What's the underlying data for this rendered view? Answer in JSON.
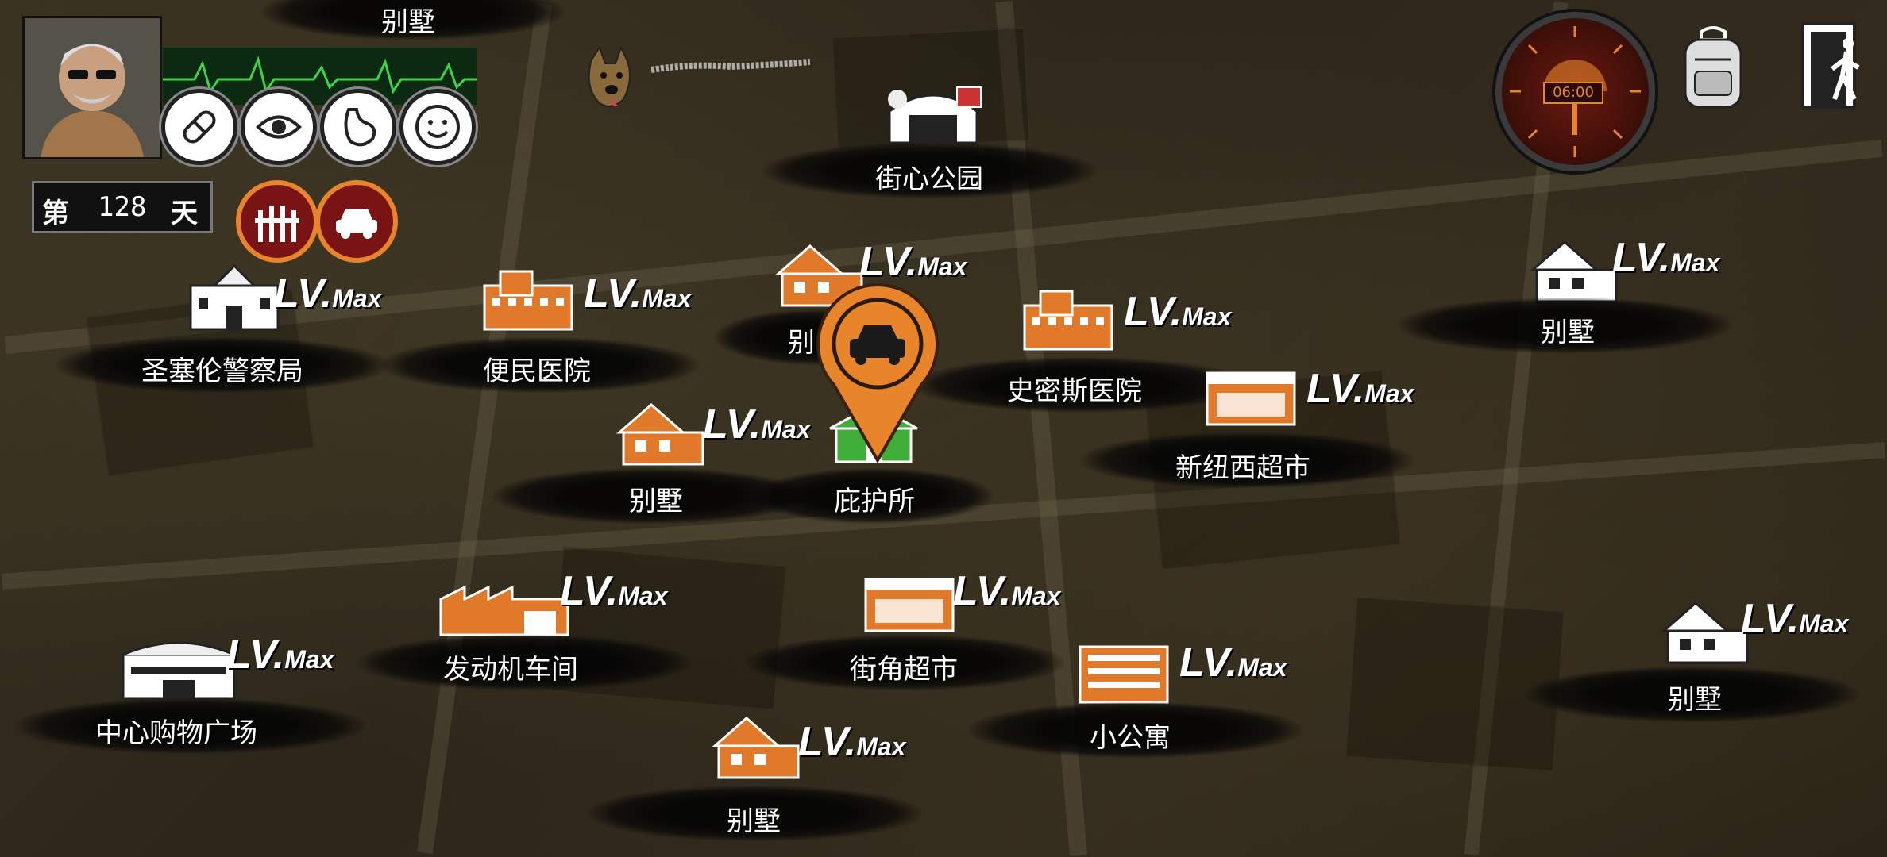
{
  "hud": {
    "day_prefix": "第",
    "day_number": "128",
    "day_suffix": "天",
    "clock_time": "06:00",
    "status_icons": [
      "pill-icon",
      "eye-icon",
      "stomach-icon",
      "mood-smile-icon"
    ],
    "effect_icons": [
      "barricade-icon",
      "car-icon"
    ],
    "top_right_icons": [
      "backpack-icon",
      "exit-door-icon"
    ],
    "companion_icon": "dog-icon"
  },
  "map": {
    "top_label": "别墅",
    "locations": [
      {
        "name": "街心公园",
        "level": ""
      },
      {
        "name": "圣塞伦警察局",
        "level_main": "LV.",
        "level_sub": "Max"
      },
      {
        "name": "便民医院",
        "level_main": "LV.",
        "level_sub": "Max"
      },
      {
        "name": "别",
        "level_main": "LV.",
        "level_sub": "Max"
      },
      {
        "name": "史密斯医院",
        "level_main": "LV.",
        "level_sub": "Max"
      },
      {
        "name": "别墅",
        "level_main": "LV.",
        "level_sub": "Max"
      },
      {
        "name": "新纽西超市",
        "level_main": "LV.",
        "level_sub": "Max"
      },
      {
        "name": "别墅",
        "level_main": "LV.",
        "level_sub": "Max"
      },
      {
        "name": "庇护所"
      },
      {
        "name": "发动机车间",
        "level_main": "LV.",
        "level_sub": "Max"
      },
      {
        "name": "街角超市",
        "level_main": "LV.",
        "level_sub": "Max"
      },
      {
        "name": "中心购物广场",
        "level_main": "LV.",
        "level_sub": "Max"
      },
      {
        "name": "小公寓",
        "level_main": "LV.",
        "level_sub": "Max"
      },
      {
        "name": "别墅",
        "level_main": "LV.",
        "level_sub": "Max"
      },
      {
        "name": "别墅",
        "level_main": "LV.",
        "level_sub": "Max"
      }
    ]
  },
  "colors": {
    "accent_orange": "#e8852a",
    "heartbeat_green": "#3fd24a",
    "shelter_green": "#3fae3a",
    "banner_black": "#080808"
  }
}
